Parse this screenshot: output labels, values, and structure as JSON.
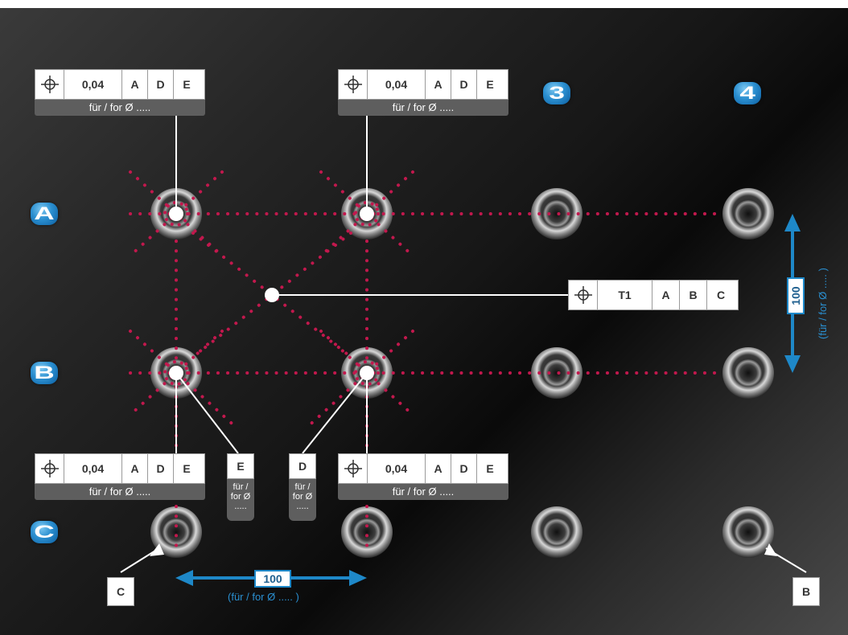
{
  "fcf_top_left": {
    "tolerance": "0,04",
    "datums": [
      "A",
      "D",
      "E"
    ],
    "note": "für / for Ø ....."
  },
  "fcf_top_right": {
    "tolerance": "0,04",
    "datums": [
      "A",
      "D",
      "E"
    ],
    "note": "für / for Ø ....."
  },
  "fcf_bottom_left": {
    "tolerance": "0,04",
    "datums": [
      "A",
      "D",
      "E"
    ],
    "note": "für / for Ø ....."
  },
  "fcf_bottom_right": {
    "tolerance": "0,04",
    "datums": [
      "A",
      "D",
      "E"
    ],
    "note": "für / for Ø ....."
  },
  "fcf_center": {
    "tolerance": "T1",
    "datums": [
      "A",
      "B",
      "C"
    ]
  },
  "datum_e": {
    "letter": "E",
    "note_lines": [
      "für /",
      "for Ø",
      "....."
    ]
  },
  "datum_d": {
    "letter": "D",
    "note_lines": [
      "für /",
      "for Ø",
      "....."
    ]
  },
  "corner_labels": {
    "left": "C",
    "right": "B"
  },
  "row_labels": [
    "A",
    "B",
    "C"
  ],
  "column_labels": [
    "3",
    "4"
  ],
  "dim_horizontal": {
    "value": "100",
    "note": "(für / for Ø ..... )"
  },
  "dim_vertical": {
    "value": "100",
    "note": "(für / for Ø ..... )"
  },
  "colors": {
    "accent_blue": "#1e88c8",
    "dot_red": "#c2184d",
    "plate_dark": "#161616"
  },
  "icons": [
    "position-tolerance-icon"
  ]
}
